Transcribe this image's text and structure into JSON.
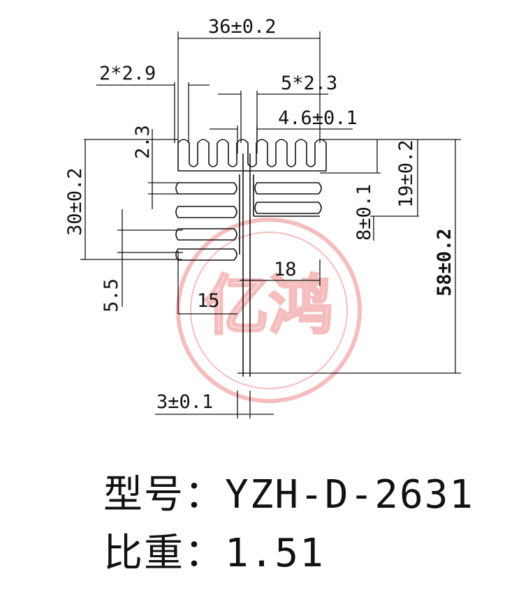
{
  "drawing": {
    "dimensions": {
      "overall_width": "36±0.2",
      "fin_left": "2*2.9",
      "fin_center": "5*2.3",
      "center_web": "4.6±0.1",
      "fin_gap": "2.3",
      "left_height": "30±0.2",
      "fin_pitch": "5.5",
      "left_base": "15",
      "right_base": "18",
      "right_upper": "19±0.2",
      "right_lower": "8±0.1",
      "overall_height": "58±0.2",
      "base_thickness": "3±0.1"
    },
    "watermark": {
      "text": "亿鸿",
      "color": "#ee8888"
    }
  },
  "info": {
    "model_label": "型号：",
    "model_value": "YZH-D-2631",
    "ratio_label": "比重：",
    "ratio_value": "1.51"
  }
}
